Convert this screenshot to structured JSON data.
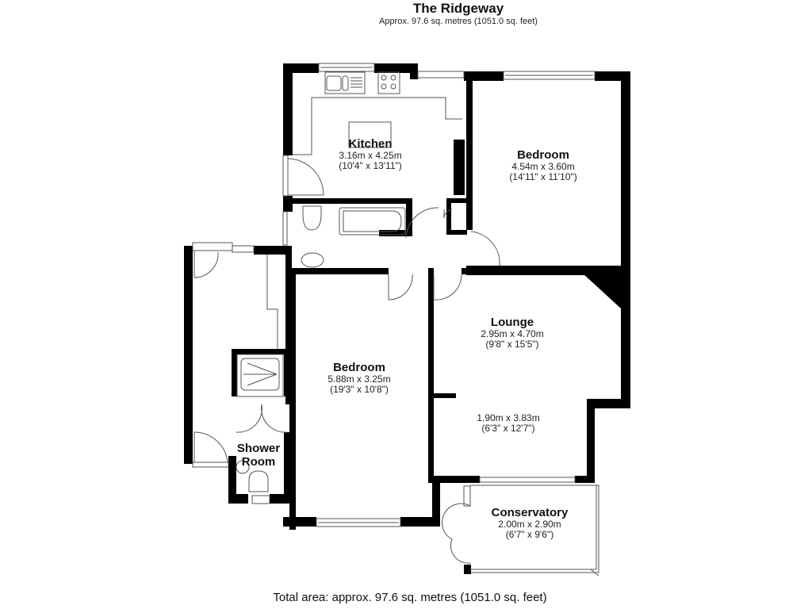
{
  "header": {
    "title": "The Ridgeway",
    "subtitle": "Approx. 97.6 sq. metres (1051.0 sq. feet)"
  },
  "rooms": [
    {
      "id": "kitchen",
      "name": "Kitchen",
      "metric": "3.16m x 4.25m",
      "imperial": "(10'4\" x 13'11\")"
    },
    {
      "id": "bedroom-1",
      "name": "Bedroom",
      "metric": "4.54m x 3.60m",
      "imperial": "(14'11\" x 11'10\")"
    },
    {
      "id": "lounge",
      "name": "Lounge",
      "metric": "2.95m x 4.70m",
      "imperial": "(9'8\" x 15'5\")",
      "extra_metric": "1.90m x 3.83m",
      "extra_imperial": "(6'3\" x 12'7\")"
    },
    {
      "id": "bedroom-2",
      "name": "Bedroom",
      "metric": "5.88m x 3.25m",
      "imperial": "(19'3\" x 10'8\")"
    },
    {
      "id": "shower-room",
      "name_line1": "Shower",
      "name_line2": "Room"
    },
    {
      "id": "conservatory",
      "name": "Conservatory",
      "metric": "2.00m x 2.90m",
      "imperial": "(6'7\" x 9'6\")"
    }
  ],
  "footer": {
    "total_area": "Total area: approx. 97.6 sq. metres (1051.0 sq. feet)"
  },
  "colors": {
    "wall": "#000000",
    "fixture_line": "#555555",
    "background": "#ffffff"
  }
}
